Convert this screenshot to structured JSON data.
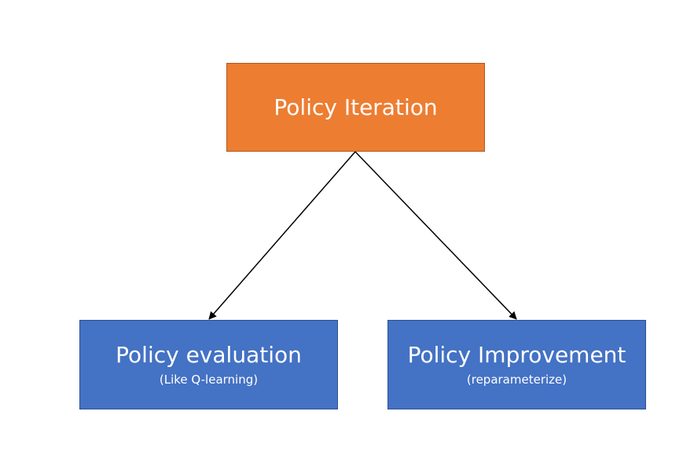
{
  "diagram": {
    "root": {
      "title": "Policy Iteration",
      "color": "#ED7D31"
    },
    "left": {
      "title": "Policy evaluation",
      "subtitle": "(Like Q-learning)",
      "color": "#4472C4"
    },
    "right": {
      "title": "Policy Improvement",
      "subtitle": "(reparameterize)",
      "color": "#4472C4"
    },
    "edges": [
      {
        "from": "root",
        "to": "left"
      },
      {
        "from": "root",
        "to": "right"
      }
    ]
  }
}
